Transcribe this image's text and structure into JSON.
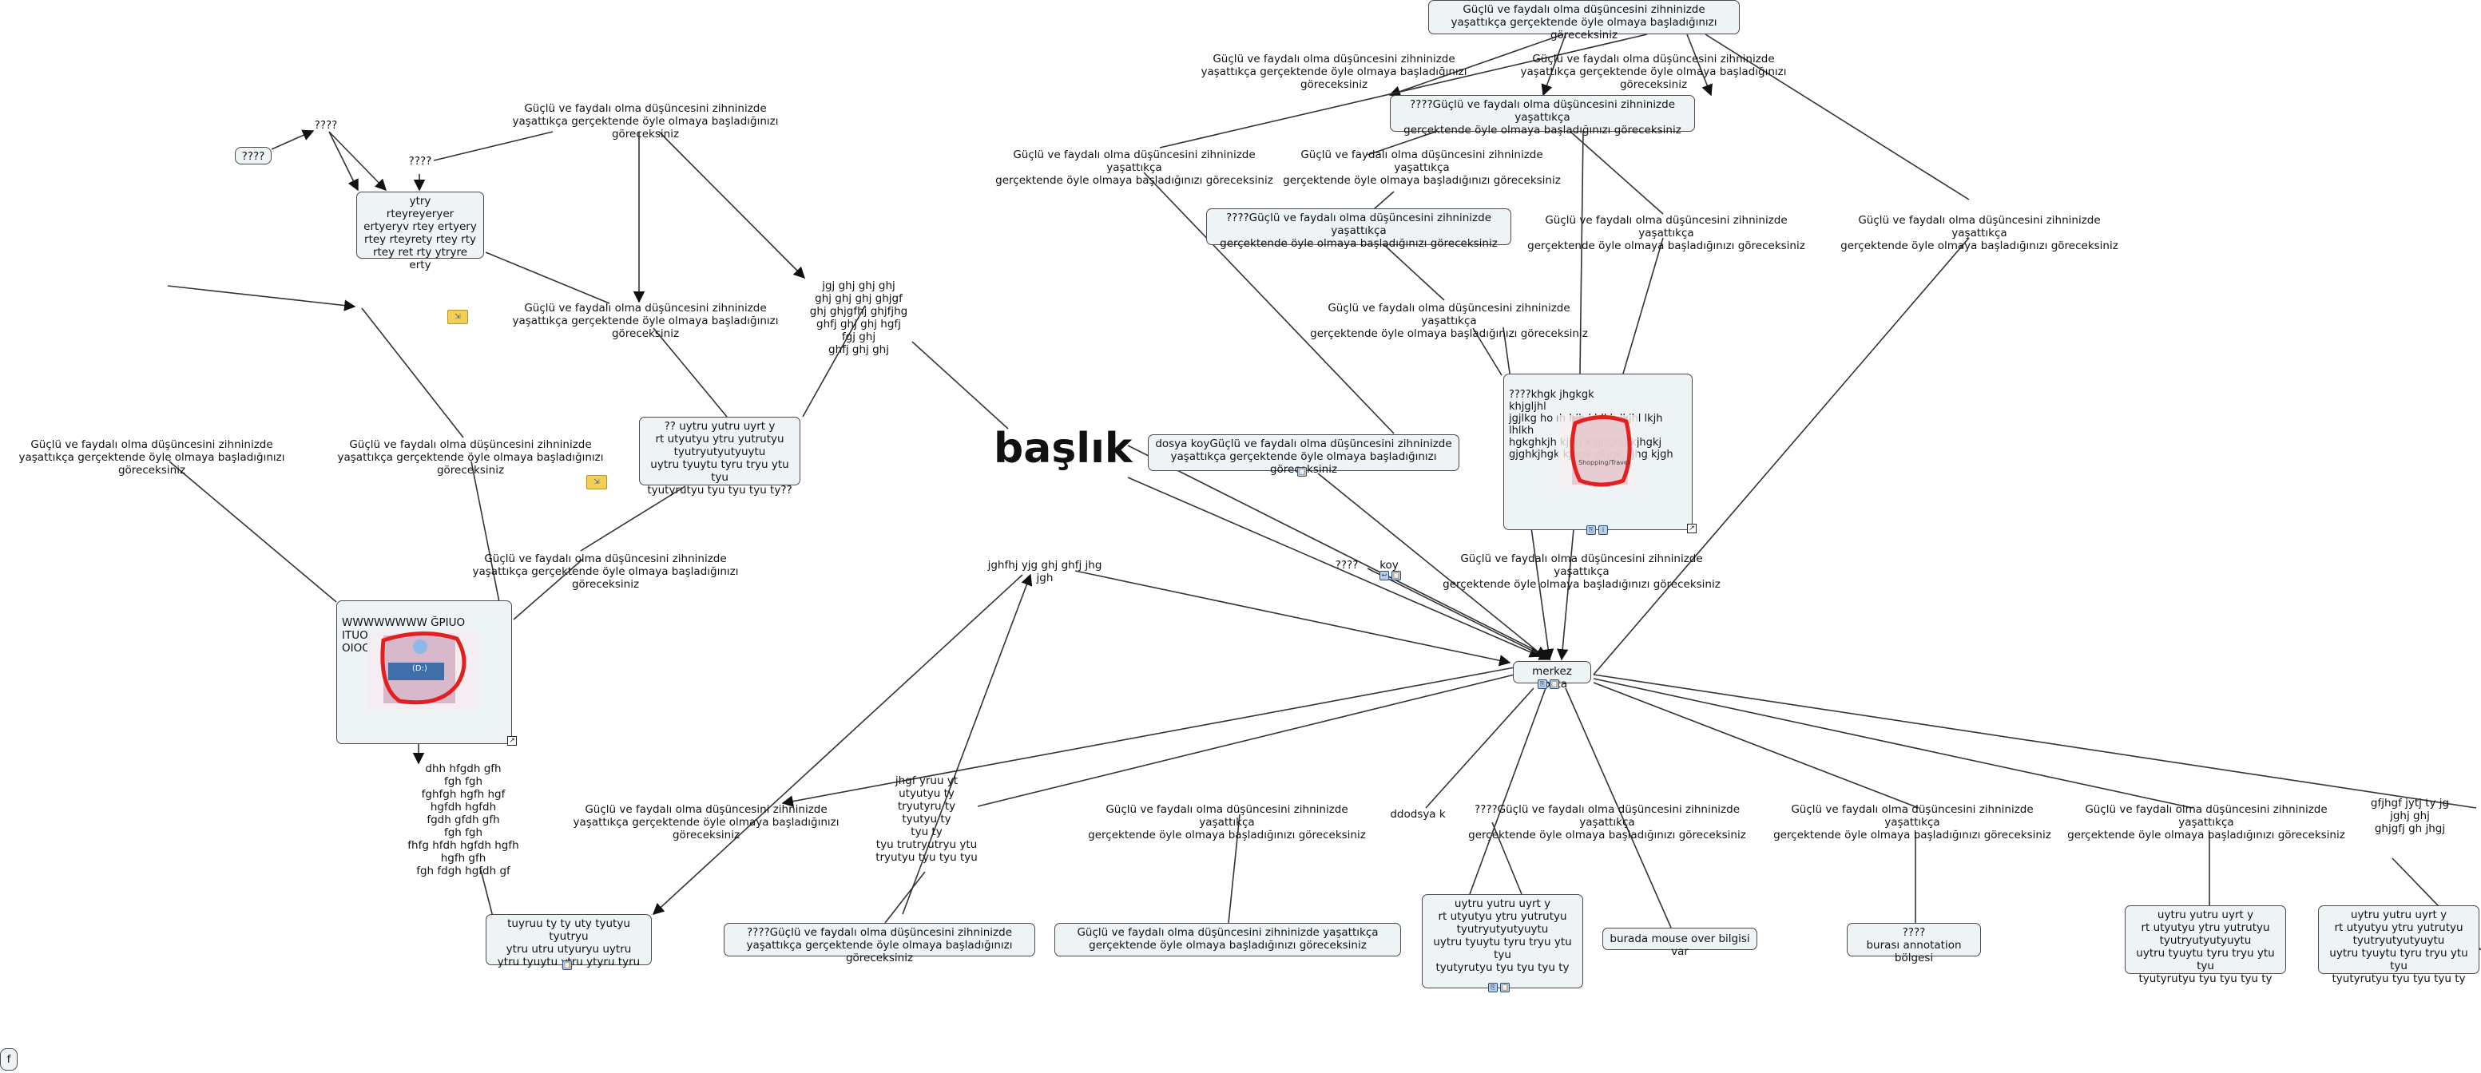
{
  "labels": {
    "long": "Güçlü ve faydalı olma düşüncesini zihninizde\nyaşattıkça gerçektende öyle olmaya başladığınızı göreceksiniz",
    "long_split": "Güçlü ve faydalı olma düşüncesini zihninizde yaşattıkça\ngerçektende öyle olmaya başladığınızı göreceksiniz",
    "q4": "????",
    "q4_long": "????Güçlü ve faydalı olma düşüncesini zihninizde yaşattıkça\ngerçektende öyle olmaya başladığınızı göreceksiniz",
    "q4_long2": "????Güçlü ve faydalı olma düşüncesini zihninizde\nyaşattıkça gerçektende öyle olmaya başladığınızı göreceksiniz",
    "koy": "koy",
    "dosya": "dosya koyGüçlü ve faydalı olma düşüncesini zihninizde\nyaşattıkça gerçektende öyle olmaya başladığınızı göreceksiniz",
    "ytry": "ytry\nrteyreyeryer\nertyeryv  rtey ertyery\nrtey rteyrety rtey rty\nrtey ret rty ytryre erty",
    "uytru": "?? uytru yutru uyrt y\nrt utyutyu ytru yutrutyu\ntyutryutyutyuytu\nuytru tyuytu tyru tryu ytu tyu\ntyutyrutyu tyu tyu tyu ty??",
    "jgj": "jgj ghj ghj ghj\nghj ghj ghj ghjgf\nghj ghjgfhj ghjfjhg\nghfj ghj ghj hgfj\nfgj ghj\nghfj ghj ghj",
    "baslik": "başlık",
    "wwww": "WWWWWWWW ĞPIUO ITUOTUO\nOIOOIUO",
    "dhh": "dhh hfgdh gfh\nfgh fgh\nfghfgh hgfh hgf\nhgfdh hgfdh\nfgdh gfdh gfh\nfgh fgh\nfhfg hfdh hgfdh hgfh\nhgfh gfh\nfgh fdgh hgfdh gf",
    "tuyruu": "tuyruu ty ty uty tyutyu tyutryu\nytru utru utyuryu uytru\nytru tyuytu ytru ytyru tyru",
    "jghfhj": "jghfhj yjg ghj ghfj jhg jgh",
    "hgf_vt": "jhgf yruu yt\nutyutyu ty\ntryutyru ty\ntyutyu ty\ntyu ty\ntyu trutryutryu ytu\ntryutyu tyu tyu tyu",
    "ddodsya": "ddodsya k",
    "merkez": "merkez nokta",
    "khgk": "????khgk jhgkgk\nkhjgljhl\njgjlkg ho ıh hlh khlkh lkjhl lkjh lhlkh\nhgkghkjh  kjhg kgjhghg kjhgkj\ngjghkjhgk kjhgk gkjgk kjhg kjgh",
    "uytru_box": "uytru yutru uyrt y\nrt utyutyu ytru yutrutyu\ntyutryutyutyuytu\nuytru tyuytu tyru tryu ytu tyu\ntyutyrutyu tyu tyu tyu ty",
    "mouse": "burada mouse over bilgisi var",
    "annotation": "????\nburası annotation bölgesi",
    "gfjhgf": "gfjhgf jytj ty jg\njghj ghj\nghjgfj gh jhgj",
    "f": "f",
    "drive": "(D:)",
    "shopping": "Shopping/Travel"
  }
}
